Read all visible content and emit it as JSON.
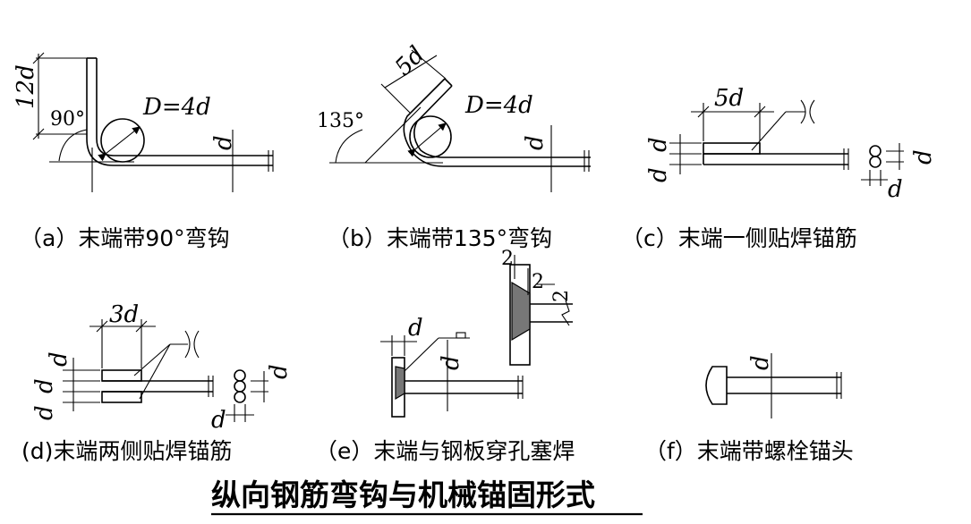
{
  "title": "纵向钢筋弯钩与机械锚固形式",
  "panels": {
    "a": {
      "caption": "（a）末端带90°弯钩",
      "len_label": "12d",
      "angle_label": "90°",
      "diam_label": "D=4d",
      "d_label": "d"
    },
    "b": {
      "caption": "（b）末端带135°弯钩",
      "len_label": "5d",
      "angle_label": "135°",
      "diam_label": "D=4d",
      "d_label": "d"
    },
    "c": {
      "caption": "（c）末端一侧贴焊锚筋",
      "len_label": "5d",
      "d_label": "d",
      "d_label2": "d",
      "d_label3": "d",
      "d_label4": "d"
    },
    "d": {
      "caption": "(d)末端两侧贴焊锚筋",
      "len_label": "3d",
      "d_label": "d",
      "d_label2": "d",
      "d_label3": "d",
      "d_label4": "d",
      "d_label5": "d"
    },
    "e": {
      "caption": "（e）末端与钢板穿孔塞焊",
      "d_label": "d",
      "d_label2": "d",
      "t1": "2",
      "t2": "2",
      "t3": "2"
    },
    "f": {
      "caption": "（f）末端带螺栓锚头",
      "d_label": "d"
    }
  },
  "colors": {
    "line": "#000000",
    "weld_fill": "#777777",
    "background": "#ffffff"
  }
}
